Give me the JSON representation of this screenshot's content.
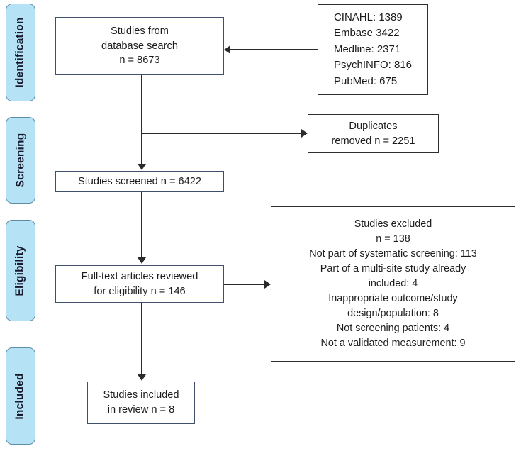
{
  "diagram": {
    "type": "prisma-flow-diagram",
    "stages": [
      {
        "id": "identification",
        "label": "Identification"
      },
      {
        "id": "screening",
        "label": "Screening"
      },
      {
        "id": "eligibility",
        "label": "Eligibility"
      },
      {
        "id": "included",
        "label": "Included"
      }
    ],
    "nodes": {
      "database_search": {
        "text": "Studies from\ndatabase search\nn = 8673",
        "lines": [
          "Studies from",
          "database search",
          "n = 8673"
        ],
        "count": 8673
      },
      "database_counts": {
        "text": "CINAHL: 1389\nEmbase 3422\nMedline: 2371\nPsychINFO: 816\nPubMed: 675",
        "sources": [
          {
            "name": "CINAHL",
            "count": 1389
          },
          {
            "name": "Embase",
            "count": 3422
          },
          {
            "name": "Medline",
            "count": 2371
          },
          {
            "name": "PsychINFO",
            "count": 816
          },
          {
            "name": "PubMed",
            "count": 675
          }
        ]
      },
      "duplicates_removed": {
        "text": "Duplicates\nremoved n = 2251",
        "count": 2251
      },
      "studies_screened": {
        "text": "Studies screened n = 6422",
        "count": 6422
      },
      "fulltext_reviewed": {
        "text": "Full-text articles reviewed\nfor eligibility n = 146",
        "count": 146
      },
      "studies_excluded": {
        "text": "Studies excluded\nn = 138\nNot part of systematic screening: 113\nPart of a multi-site study already\nincluded: 4\nInappropriate outcome/study\ndesign/population: 8\nNot screening patients: 4\nNot a validated measurement: 9",
        "total": 138,
        "reasons": [
          {
            "reason": "Not part of systematic screening",
            "count": 113
          },
          {
            "reason": "Part of a multi-site study already included",
            "count": 4
          },
          {
            "reason": "Inappropriate outcome/study design/population",
            "count": 8
          },
          {
            "reason": "Not screening patients",
            "count": 4
          },
          {
            "reason": "Not a validated measurement",
            "count": 9
          }
        ]
      },
      "studies_included": {
        "text": "Studies included\nin review n = 8",
        "count": 8
      }
    },
    "colors": {
      "stage_fill": "#b5e3f5",
      "stage_border": "#5b8ea6",
      "node_border": "#3f4f6b",
      "plain_node_border": "#2f2f2f",
      "connector": "#2b2b2b",
      "text": "#1c1c1c",
      "background": "#ffffff"
    }
  }
}
